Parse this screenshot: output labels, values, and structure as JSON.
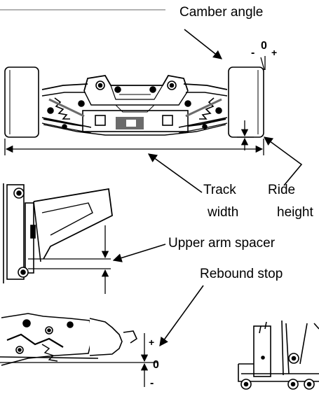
{
  "labels": {
    "camber_angle": "Camber angle",
    "track": "Track",
    "width": "width",
    "ride": "Ride",
    "height": "height",
    "upper_arm_spacer": "Upper arm spacer",
    "rebound_stop": "Rebound stop"
  },
  "signs": {
    "camber_minus": "-",
    "camber_zero": "0",
    "camber_plus": "+",
    "rebound_plus": "+",
    "rebound_zero": "0",
    "rebound_minus": "-"
  },
  "colors": {
    "ink": "#000000",
    "paper": "#ffffff",
    "shade": "#6b6b6b"
  }
}
